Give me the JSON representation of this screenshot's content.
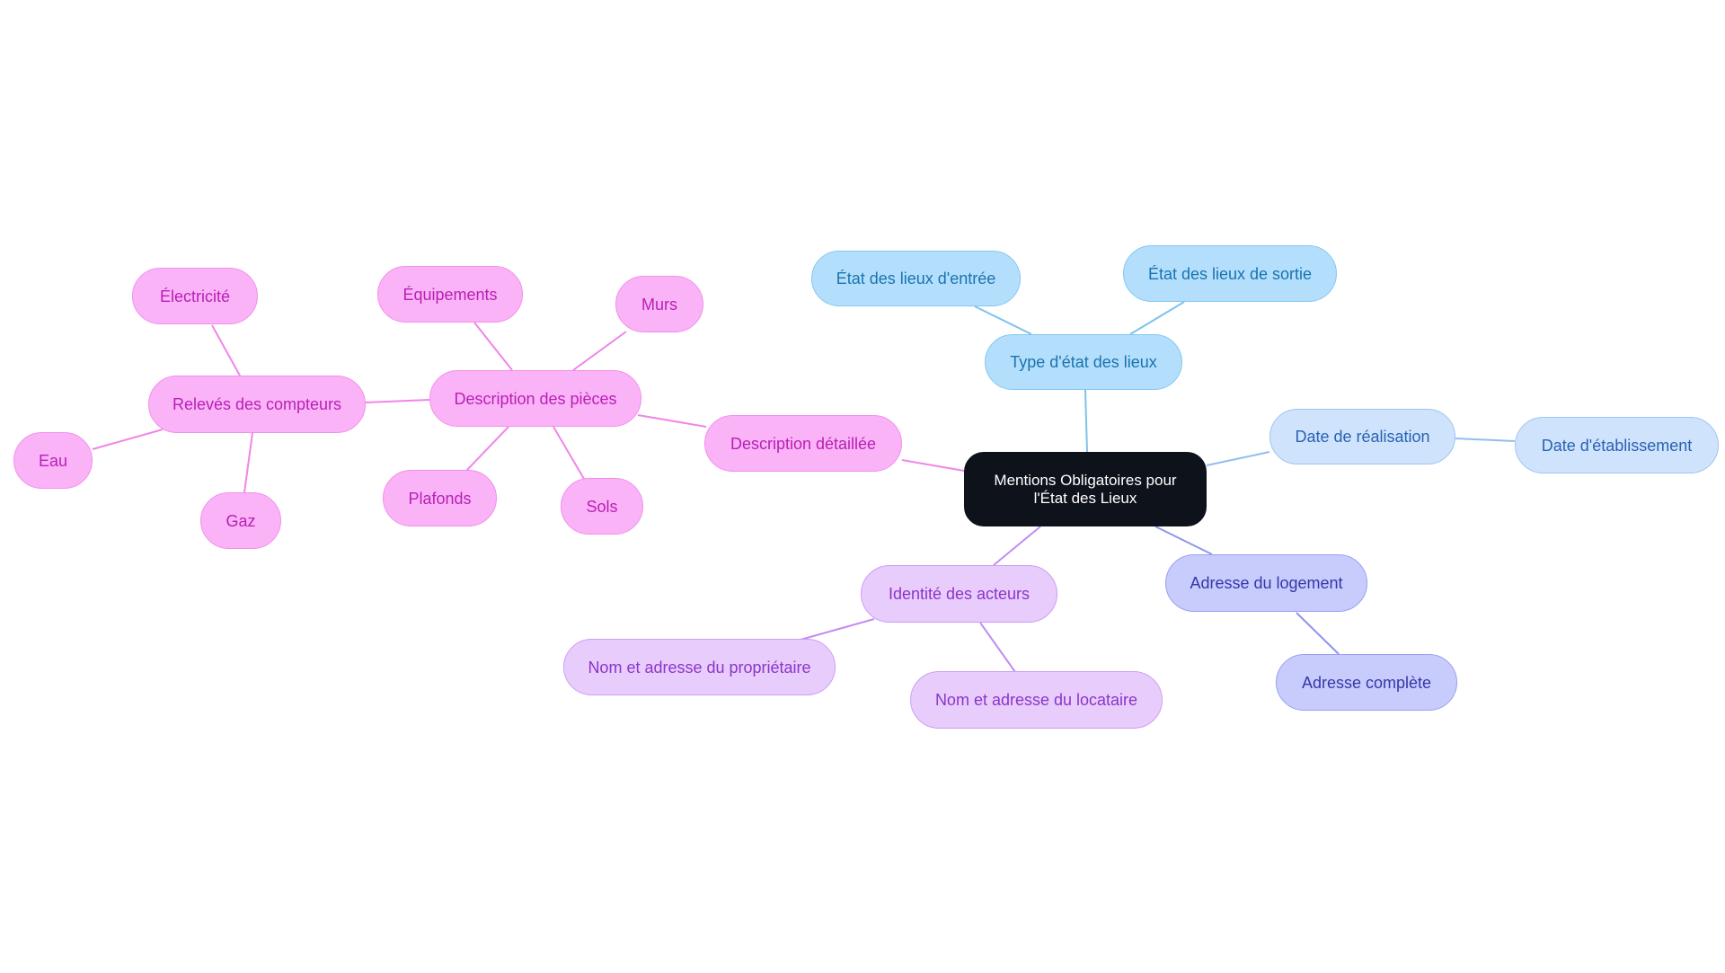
{
  "root": {
    "label": "Mentions Obligatoires pour l'État des Lieux"
  },
  "colors": {
    "pink": "#f085e8",
    "sky": "#7cc3ec",
    "pale": "#92bdf0",
    "indigo": "#8f95ec",
    "lilac": "#c48cf0"
  },
  "nodes": {
    "type_etat": "Type d'état des lieux",
    "entree": "État des lieux d'entrée",
    "sortie": "État des lieux de sortie",
    "date_realisation": "Date de réalisation",
    "date_etablissement": "Date d'établissement",
    "adresse_logement": "Adresse du logement",
    "adresse_complete": "Adresse complète",
    "identite": "Identité des acteurs",
    "proprietaire": "Nom et adresse du propriétaire",
    "locataire": "Nom et adresse du locataire",
    "description_detaillee": "Description détaillée",
    "description_pieces": "Description des pièces",
    "equipements": "Équipements",
    "murs": "Murs",
    "plafonds": "Plafonds",
    "sols": "Sols",
    "releves": "Relevés des compteurs",
    "electricite": "Électricité",
    "eau": "Eau",
    "gaz": "Gaz"
  }
}
